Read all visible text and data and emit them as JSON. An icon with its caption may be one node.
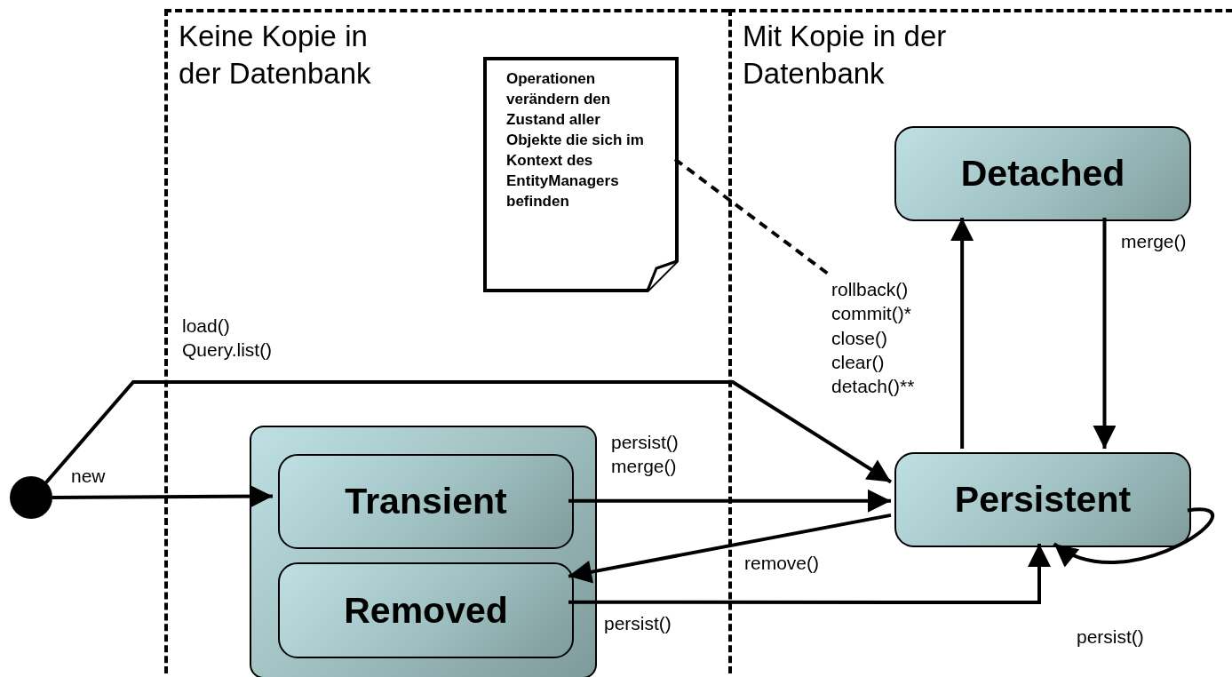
{
  "diagram": {
    "nodes": [
      {
        "text": [
          "Keine Kopie in der Datenbank"
        ]
      },
      {
        "text": [
          "Mit Kopie in der Datenbank"
        ]
      },
      {
        "text": [
          "Operationen verändern den Zustand aller Objekte die sich im Kontext des EntityManagers befinden"
        ],
        "in": 0
      },
      {
        "text": [],
        "shape": "box",
        "in": 0
      },
      {
        "text": [
          "Transient"
        ],
        "in": 3
      },
      {
        "text": [
          "Removed"
        ],
        "in": 3
      },
      {
        "text": [
          "Detached"
        ],
        "in": 1
      },
      {
        "text": [
          "Persistent"
        ],
        "in": 1
      },
      {
        "text": [],
        "shape": "circle"
      },
      {
        "text": [
          "rollback() commit()* close() clear() detach()**"
        ],
        "in": 1
      }
    ],
    "edges": [
      {
        "from": 8,
        "to": 4,
        "arrow": "to",
        "label": "new"
      },
      {
        "from": 8,
        "to": 7,
        "arrow": "to",
        "label": "load() Query.list()"
      },
      {
        "from": 4,
        "to": 7,
        "arrow": "to",
        "label": "persist() merge()"
      },
      {
        "from": 7,
        "to": 5,
        "arrow": "to",
        "label": "remove()"
      },
      {
        "from": 5,
        "to": 7,
        "arrow": "to",
        "label": "persist()"
      },
      {
        "from": 7,
        "to": 7,
        "arrow": "to",
        "label": "persist()"
      },
      {
        "from": 7,
        "to": 6,
        "arrow": "to"
      },
      {
        "from": 6,
        "to": 7,
        "arrow": "to",
        "label": "merge()"
      },
      {
        "from": 2,
        "to": 9,
        "arrow": "none",
        "style": "dashed"
      }
    ]
  }
}
